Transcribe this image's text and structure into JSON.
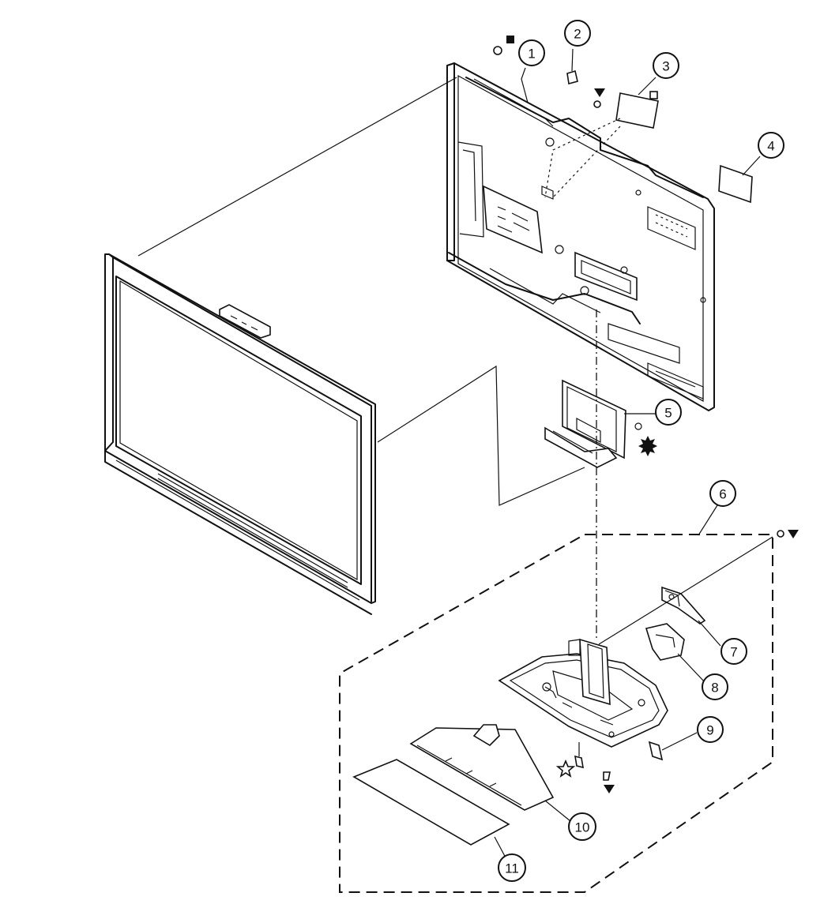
{
  "callouts": [
    {
      "id": "1",
      "label": "1"
    },
    {
      "id": "2",
      "label": "2"
    },
    {
      "id": "3",
      "label": "3"
    },
    {
      "id": "4",
      "label": "4"
    },
    {
      "id": "5",
      "label": "5"
    },
    {
      "id": "6",
      "label": "6"
    },
    {
      "id": "7",
      "label": "7"
    },
    {
      "id": "8",
      "label": "8"
    },
    {
      "id": "9",
      "label": "9"
    },
    {
      "id": "10",
      "label": "10"
    },
    {
      "id": "11",
      "label": "11"
    }
  ],
  "screw_symbols": [
    "filled-square",
    "down-triangle",
    "open-square",
    "starburst",
    "down-triangle",
    "open-star",
    "down-triangle"
  ]
}
